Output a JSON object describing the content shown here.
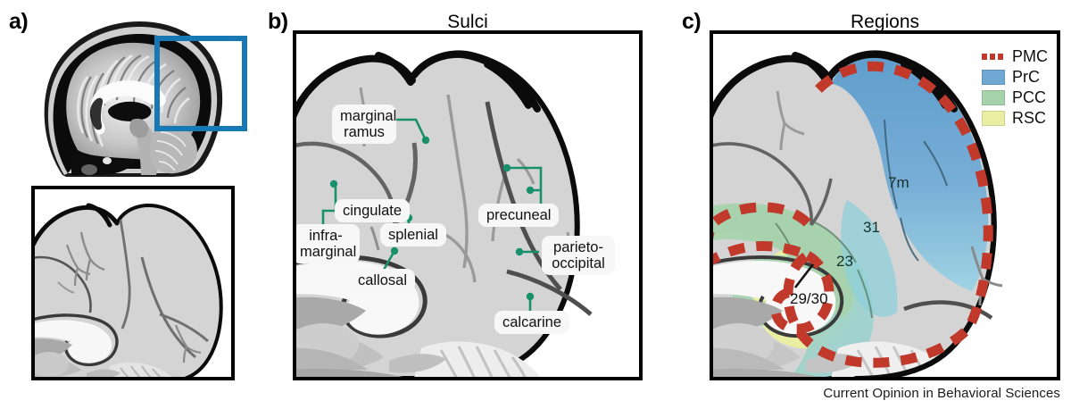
{
  "figure": {
    "footer_credit": "Current Opinion in Behavioral Sciences"
  },
  "panels": {
    "a": {
      "letter": "a)",
      "title": "",
      "mri": {
        "icon": "sagittal-mri-brain",
        "roi_box_color": "#1878b4",
        "roi_box_label": ""
      },
      "schematic_caption": ""
    },
    "b": {
      "letter": "b)",
      "title": "Sulci",
      "connector_color": "#18916b",
      "labels": [
        {
          "id": "marginal-ramus",
          "text": "marginal\nramus"
        },
        {
          "id": "cingulate",
          "text": "cingulate"
        },
        {
          "id": "precuneal",
          "text": "precuneal"
        },
        {
          "id": "infra-marginal",
          "text": "infra-\nmarginal"
        },
        {
          "id": "splenial",
          "text": "splenial"
        },
        {
          "id": "callosal",
          "text": "callosal"
        },
        {
          "id": "parieto-occipital",
          "text": "parieto-\noccipital"
        },
        {
          "id": "calcarine",
          "text": "calcarine"
        }
      ]
    },
    "c": {
      "letter": "c)",
      "title": "Regions",
      "legend": [
        {
          "key": "PMC",
          "label": "PMC",
          "color": "#c0392b",
          "style": "dashed"
        },
        {
          "key": "PrC",
          "label": "PrC",
          "color": "#6fa8d3",
          "style": "solid"
        },
        {
          "key": "PCC",
          "label": "PCC",
          "color": "#a6d3ab",
          "style": "solid"
        },
        {
          "key": "RSC",
          "label": "RSC",
          "color": "#e9eea2",
          "style": "solid"
        }
      ],
      "area_labels": [
        {
          "id": "area-7m",
          "text": "7m"
        },
        {
          "id": "area-31",
          "text": "31"
        },
        {
          "id": "area-23",
          "text": "23"
        },
        {
          "id": "area-29-30",
          "text": "29/30"
        }
      ]
    }
  },
  "colors": {
    "brain_fill": "#d4d4d4",
    "brain_outline": "#000000",
    "sulcus_line": "#808080",
    "corpus_callosum": "#f4f4f4",
    "subcortical_dark": "#a9a9a9",
    "cerebellum": "#efefef",
    "prc_blue": "#6fa8d3",
    "pcc_green": "#a6d3ab",
    "rsc_yellow": "#e9eea2",
    "pmc_red": "#c0392b",
    "label_bg": "#f7f7f7",
    "green_connector": "#18916b",
    "mri_roi_blue": "#1878b4"
  }
}
